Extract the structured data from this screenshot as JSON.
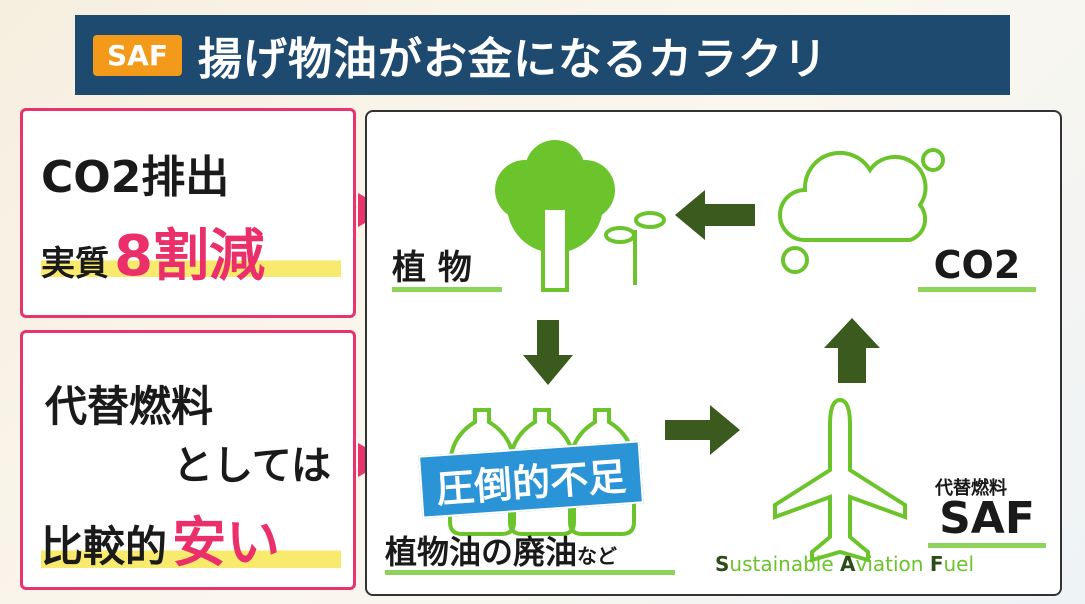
{
  "header": {
    "badge": "SAF",
    "title": "揚げ物油がお金になるカラクリ"
  },
  "left_boxes": [
    {
      "line1": "CO2排出",
      "line2_prefix": "実質",
      "line2_highlight": "8割減"
    },
    {
      "line1": "代替燃料",
      "line2": "としては",
      "line3_prefix": "比較的",
      "line3_highlight": "安い"
    }
  ],
  "cycle": {
    "plant_label": "植 物",
    "co2_label": "CO2",
    "oil_label": "植物油の廃油",
    "oil_suffix": "など",
    "shortage_tag": "圧倒的不足",
    "saf_sub": "代替燃料",
    "saf_label": "SAF",
    "saf_full": {
      "s": "S",
      "ustainable": "ustainable ",
      "a": "A",
      "viation": "viation",
      "f": "F",
      "uel": "uel"
    }
  },
  "colors": {
    "title_bg": "#1f4a70",
    "badge": "#f39a1a",
    "accent_pink": "#e9336d",
    "green": "#6cc42c",
    "arrow": "#3a5a1e",
    "tag_blue": "#2a94d6"
  }
}
